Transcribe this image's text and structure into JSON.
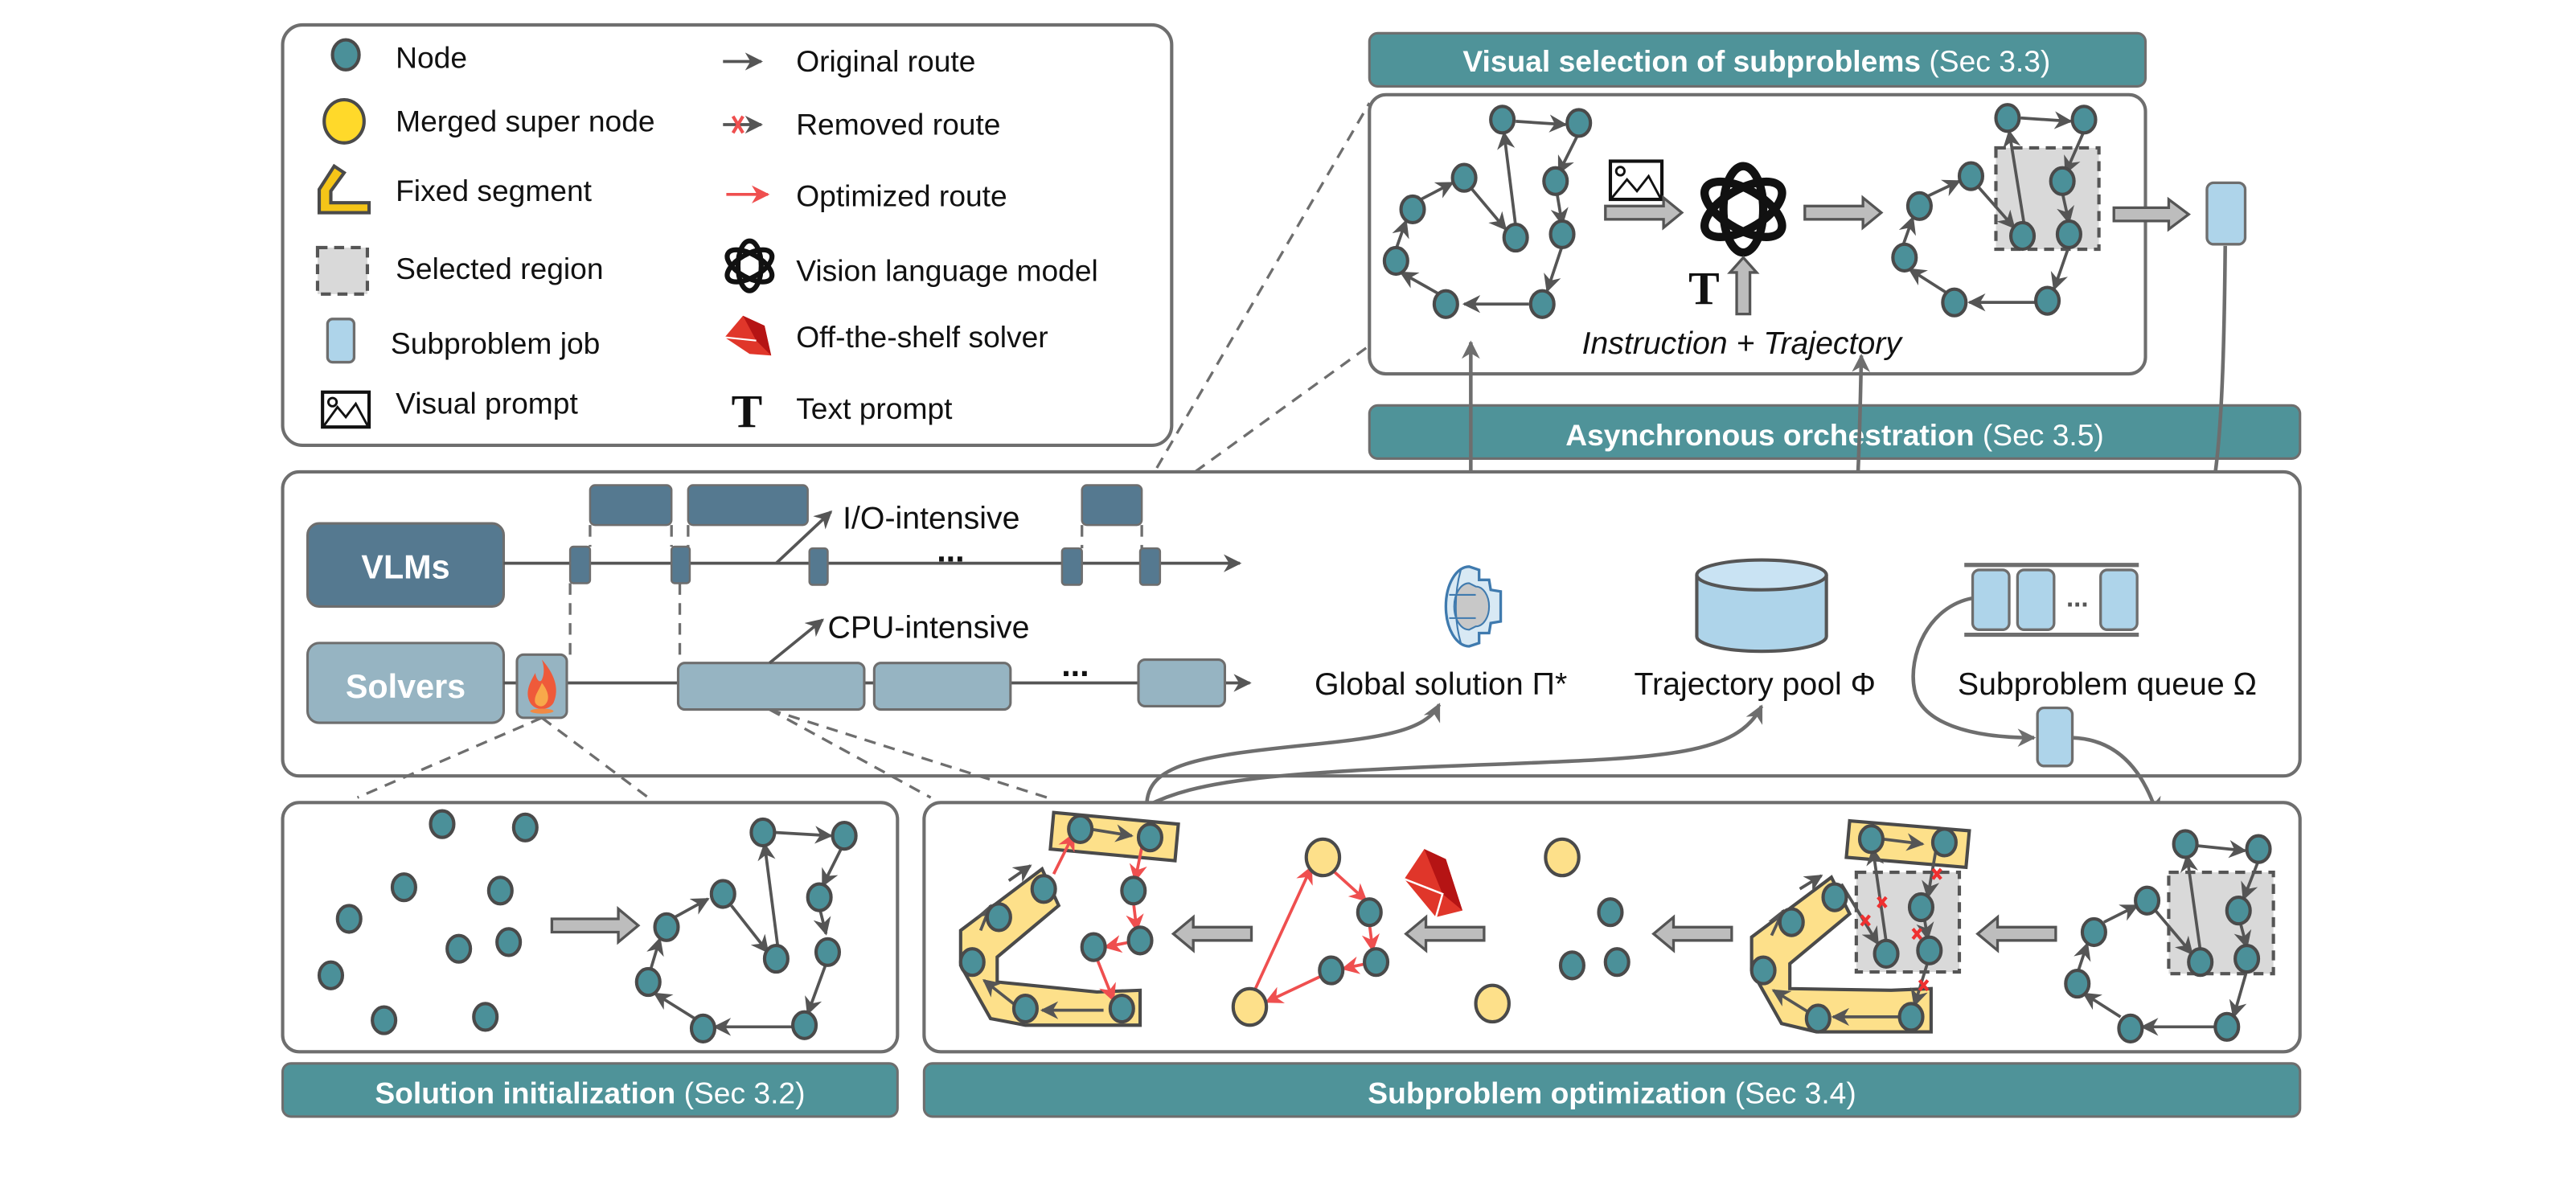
{
  "legend": {
    "items": [
      {
        "icon": "node-icon",
        "label": "Node"
      },
      {
        "icon": "merged-super-node-icon",
        "label": "Merged super node"
      },
      {
        "icon": "fixed-segment-icon",
        "label": "Fixed segment"
      },
      {
        "icon": "selected-region-icon",
        "label": "Selected region"
      },
      {
        "icon": "subproblem-job-icon",
        "label": "Subproblem job"
      },
      {
        "icon": "visual-prompt-icon",
        "label": "Visual prompt"
      },
      {
        "icon": "original-route-icon",
        "label": "Original route"
      },
      {
        "icon": "removed-route-icon",
        "label": "Removed route"
      },
      {
        "icon": "optimized-route-icon",
        "label": "Optimized route"
      },
      {
        "icon": "vision-language-model-icon",
        "label": "Vision language model"
      },
      {
        "icon": "off-the-shelf-solver-icon",
        "label": "Off-the-shelf solver"
      },
      {
        "icon": "text-prompt-icon",
        "label": "Text prompt"
      }
    ]
  },
  "sections": {
    "visual_selection": {
      "title": "Visual selection of subproblems",
      "sec": "(Sec 3.3)",
      "caption": "Instruction + Trajectory"
    },
    "async": {
      "title": "Asynchronous orchestration",
      "sec": "(Sec 3.5)"
    },
    "init": {
      "title": "Solution initialization",
      "sec": "(Sec 3.2)"
    },
    "subopt": {
      "title": "Subproblem optimization",
      "sec": "(Sec 3.4)"
    }
  },
  "orchestration": {
    "vlms_label": "VLMs",
    "solvers_label": "Solvers",
    "io_label": "I/O-intensive",
    "cpu_label": "CPU-intensive",
    "ellipsis": "...",
    "global_solution": "Global solution Π*",
    "trajectory_pool": "Trajectory pool Φ",
    "subproblem_queue": "Subproblem queue Ω"
  },
  "colors": {
    "banner": "#4f9399",
    "node": "#4b9099",
    "super_node": "#fde08a",
    "optimized_route": "#ef4f4f",
    "vlm_block": "#557990",
    "solver_block": "#96b4c2",
    "job": "#aed4ea"
  }
}
